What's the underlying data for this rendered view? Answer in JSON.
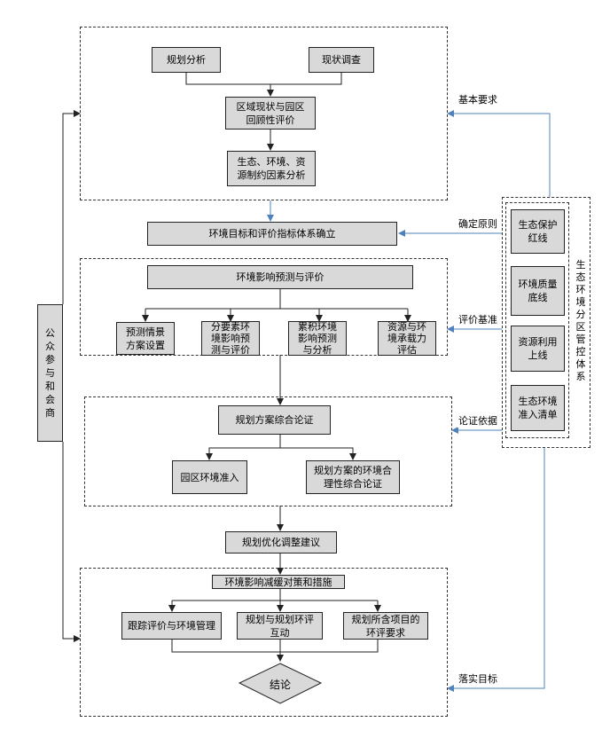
{
  "boxes": {
    "planning_analysis": "规划分析",
    "status_survey": "现状调查",
    "regional_review_l1": "区域现状与园区",
    "regional_review_l2": "回顾性评价",
    "constraint_l1": "生态、环境、资",
    "constraint_l2": "源制约因素分析",
    "env_targets": "环境目标和评价指标体系确立",
    "impact_prediction": "环境影响预测与评价",
    "scenario_l1": "预测情景",
    "scenario_l2": "方案设置",
    "element_l1": "分要素环",
    "element_l2": "境影响预",
    "element_l3": "测与评价",
    "cumulative_l1": "累积环境",
    "cumulative_l2": "影响预测",
    "cumulative_l3": "与分析",
    "capacity_l1": "资源与环",
    "capacity_l2": "境承载力",
    "capacity_l3": "评估",
    "scheme_demo": "规划方案综合论证",
    "park_access": "园区环境准入",
    "rationality_l1": "规划方案的环境合",
    "rationality_l2": "理性综合论证",
    "optimization": "规划优化调整建议",
    "mitigation": "环境影响减缓对策和措施",
    "tracking": "跟踪评价与环境管理",
    "interaction_l1": "规划与规划环评",
    "interaction_l2": "互动",
    "project_req_l1": "规划所含项目的",
    "project_req_l2": "环评要求",
    "conclusion": "结论"
  },
  "side_boxes": {
    "eco_redline_l1": "生态保护",
    "eco_redline_l2": "红线",
    "quality_l1": "环境质量",
    "quality_l2": "底线",
    "resource_l1": "资源利用",
    "resource_l2": "上线",
    "access_list_l1": "生态环境",
    "access_list_l2": "准入清单",
    "system_label": [
      "生",
      "态",
      "环",
      "境",
      "分",
      "区",
      "管",
      "控",
      "体",
      "系"
    ]
  },
  "public_participation": [
    "公",
    "众",
    "参",
    "与",
    "和",
    "会",
    "商"
  ],
  "arrow_labels": {
    "basic_requirement": "基本要求",
    "principle": "确定原则",
    "benchmark": "评价基准",
    "basis": "论证依据",
    "implement": "落实目标"
  },
  "colors": {
    "box_fill": "#d9d9d9",
    "blue_line": "#4f81bd",
    "black_line": "#222222"
  }
}
